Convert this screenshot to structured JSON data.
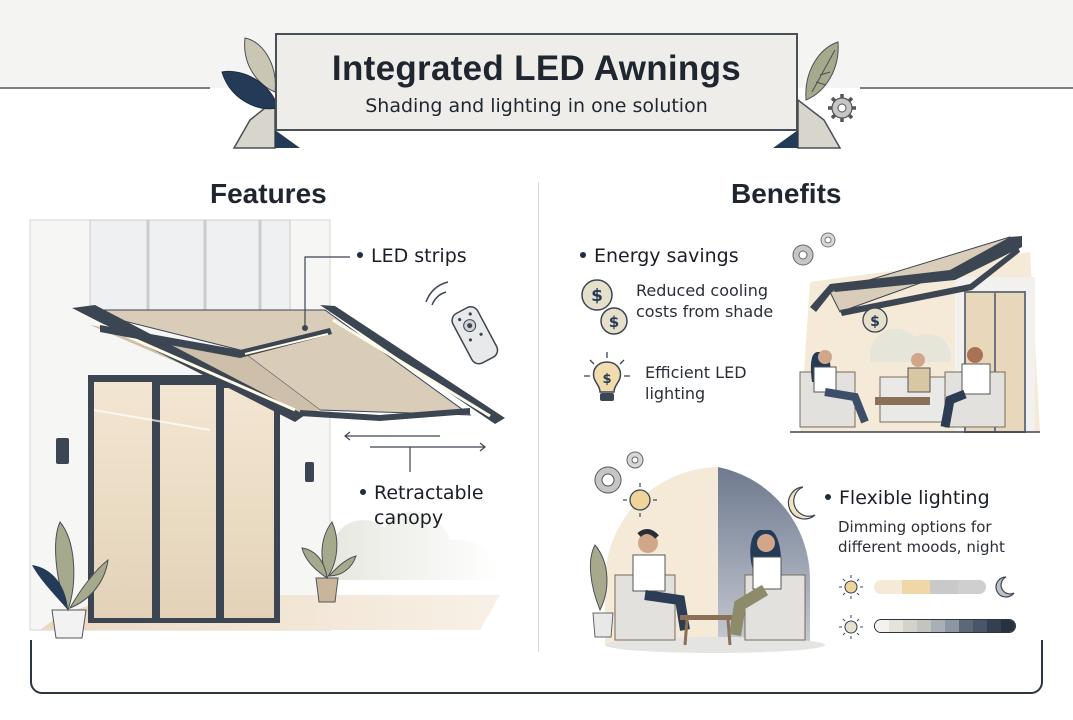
{
  "header": {
    "title": "Integrated LED Awnings",
    "subtitle": "Shading and lighting in one solution"
  },
  "features": {
    "heading": "Features",
    "callouts": [
      {
        "label": "LED strips"
      },
      {
        "label_line1": "Retractable",
        "label_line2": "canopy"
      }
    ],
    "icons": [
      "awning-illustration",
      "remote-control-icon",
      "retract-arrows-icon",
      "plant-icon",
      "wall-light-icon"
    ]
  },
  "benefits": {
    "heading": "Benefits",
    "energy": {
      "label": "Energy savings",
      "items": [
        {
          "icon": "dollar-coins-icon",
          "line1": "Reduced cooling",
          "line2": "costs from shade"
        },
        {
          "icon": "dollar-bulb-icon",
          "line1": "Efficient LED",
          "line2": "lighting"
        }
      ]
    },
    "flexible": {
      "label": "Flexible lighting",
      "line1": "Dimming options for",
      "line2": "different moods, night",
      "sliders": [
        {
          "start_icon": "sun-icon",
          "end_icon": "moon-icon",
          "colors": [
            "#f4ead6",
            "#efd7a6",
            "#c9c9c9",
            "#cfcfcf"
          ]
        },
        {
          "start_icon": "sun-icon",
          "colors": [
            "#f3f2ee",
            "#e6e3da",
            "#d3d2cb",
            "#c4c4bf",
            "#a9afb7",
            "#8d97a3",
            "#5c6878",
            "#49566a",
            "#34404f",
            "#28313e"
          ]
        }
      ]
    }
  },
  "colors": {
    "navy": "#243b57",
    "canopy": "#d9ccb8",
    "frame": "#3c4552",
    "sand": "#f3e7d0",
    "sage": "#a7a98d"
  }
}
